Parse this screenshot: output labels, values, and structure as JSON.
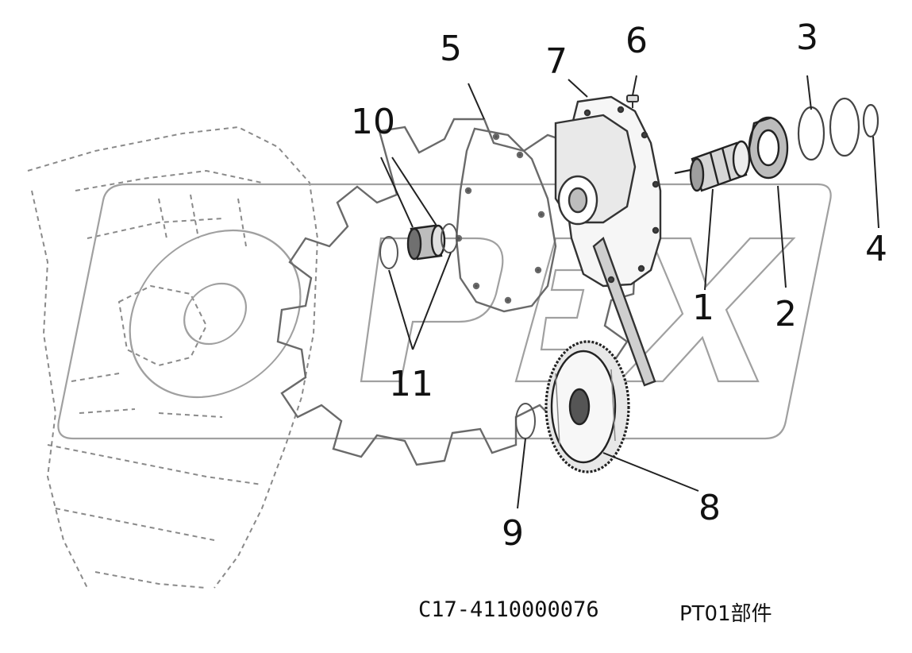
{
  "diagram": {
    "type": "exploded-parts-diagram",
    "callouts": [
      "1",
      "2",
      "3",
      "4",
      "5",
      "6",
      "7",
      "8",
      "9",
      "10",
      "11"
    ],
    "caption_code": "C17-4110000076",
    "caption_name": "PT01部件",
    "watermark_text": "OPEX",
    "colors": {
      "ink": "#111111",
      "watermark": "#9a9a9a",
      "sketch": "#6f6f6f",
      "part": "#333333"
    }
  }
}
